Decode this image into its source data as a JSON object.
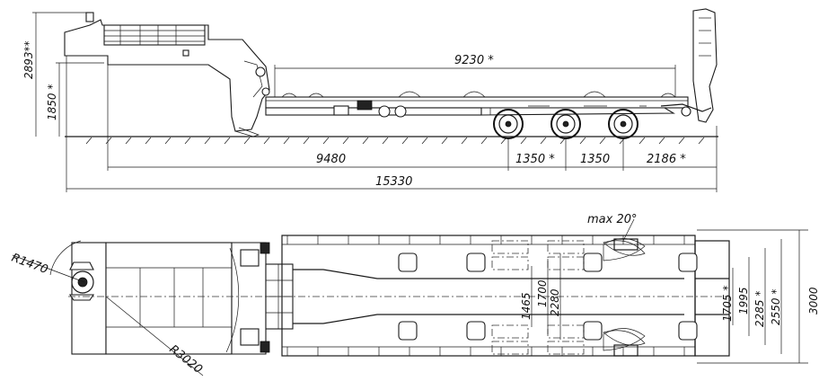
{
  "side_view": {
    "dims": {
      "deck_length": "9230 *",
      "total_height": "2893**",
      "fifth_wheel_height": "1850 *",
      "kingpin_to_axle": "9480",
      "axle_spacing_1": "1350 *",
      "axle_spacing_2": "1350",
      "rear_overhang": "2186 *",
      "overall_length": "15330"
    }
  },
  "top_view": {
    "dims": {
      "front_swing_radius": "R1470",
      "rear_swing_radius": "R3020",
      "max_steer": "max 20°",
      "gooseneck_width": "1465",
      "inner_width_a": "1700",
      "inner_width_b": "2280",
      "ramp_spacing": "1705 *",
      "track_inner": "1995",
      "track_outer": "2285 *",
      "overall_width": "2550 *",
      "extended_width": "3000"
    }
  },
  "colors": {
    "line": "#1a1a1a",
    "background": "#ffffff"
  }
}
